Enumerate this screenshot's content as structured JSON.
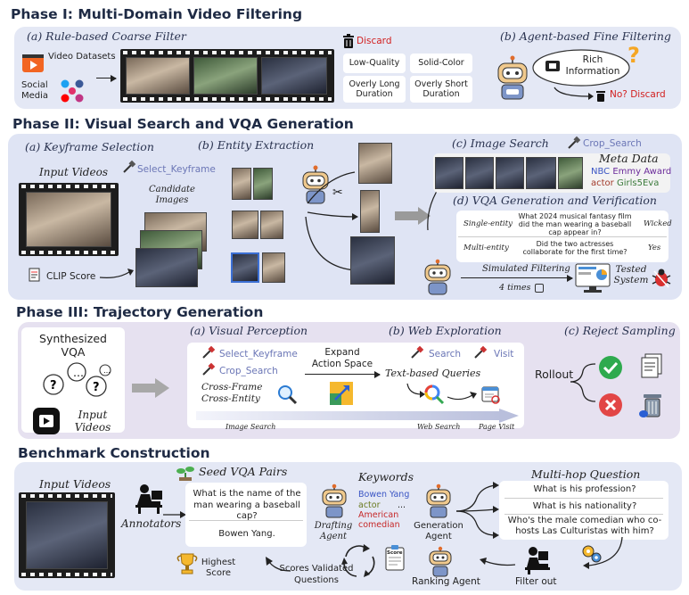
{
  "phase1": {
    "title": "Phase I: Multi-Domain Video Filtering",
    "rule_filter": "(a) Rule-based Coarse Filter",
    "video_datasets": "Video Datasets",
    "social_media": "Social Media",
    "discard": "Discard",
    "criteria": [
      "Low-Quality",
      "Solid-Color",
      "Overly Long Duration",
      "Overly Short Duration"
    ],
    "agent_filter": "(b) Agent-based Fine Filtering",
    "rich_information": "Rich Information",
    "no_discard": "No? Discard"
  },
  "phase2": {
    "title": "Phase II: Visual Search and VQA Generation",
    "keyframe_selection": "(a) Keyframe Selection",
    "entity_extraction": "(b) Entity Extraction",
    "image_search": "(c) Image Search",
    "crop_search": "Crop_Search",
    "input_videos": "Input Videos",
    "select_keyframe": "Select_Keyframe",
    "candidate_images": "Candidate Images",
    "clip_score": "CLIP Score",
    "meta_data": "Meta Data",
    "meta_line1_a": "NBC",
    "meta_line1_b": "Emmy Award",
    "meta_line2_a": "actor",
    "meta_line2_b": "Girls5Eva",
    "vqa_gen": "(d) VQA Generation and Verification",
    "rows": [
      {
        "type": "Single-entity",
        "question": "What 2024 musical fantasy film did the man wearing a baseball cap appear in?",
        "answer": "Wicked"
      },
      {
        "type": "Multi-entity",
        "question": "Did the two actresses collaborate for the first time?",
        "answer": "Yes"
      }
    ],
    "simulated_filtering": "Simulated Filtering",
    "times": "4 times",
    "tested_system": "Tested System"
  },
  "phase3": {
    "title": "Phase III: Trajectory Generation",
    "synthesized_vqa": "Synthesized VQA",
    "input_videos": "Input Videos",
    "visual_perception": "(a) Visual Perception",
    "web_exploration": "(b) Web Exploration",
    "reject_sampling": "(c) Reject Sampling",
    "select_keyframe": "Select_Keyframe",
    "crop_search": "Crop_Search",
    "expand": "Expand Action Space",
    "search": "Search",
    "visit": "Visit",
    "text_queries": "Text-based Queries",
    "cross_frame": "Cross-Frame Cross-Entity",
    "rollout": "Rollout",
    "timeline": [
      "Image Search",
      "Web Search",
      "Page Visit"
    ]
  },
  "bench": {
    "title": "Benchmark Construction",
    "input_videos": "Input Videos",
    "annotators": "Annotators",
    "seed_vqa": "Seed VQA Pairs",
    "seed_question": "What is the name of the man wearing a baseball cap?",
    "seed_answer": "Bowen Yang.",
    "keywords": "Keywords",
    "kw": [
      "Bowen Yang",
      "actor",
      "...",
      "American comedian"
    ],
    "drafting_agent": "Drafting Agent",
    "generation_agent": "Generation Agent",
    "multi_hop": "Multi-hop Question",
    "questions": [
      "What is his profession?",
      "What is his nationality?",
      "Who's the male comedian who co-hosts Las Culturistas with him?"
    ],
    "highest_score": "Highest Score",
    "scores": "Scores Validated Questions",
    "ranking_agent": "Ranking Agent",
    "filter_out": "Filter out",
    "score_label": "Score"
  },
  "colors": {
    "accent": "#6b76b6",
    "red": "#d21f1f",
    "panel": "#e4e8f5",
    "panel3": "#e6e1f0"
  }
}
